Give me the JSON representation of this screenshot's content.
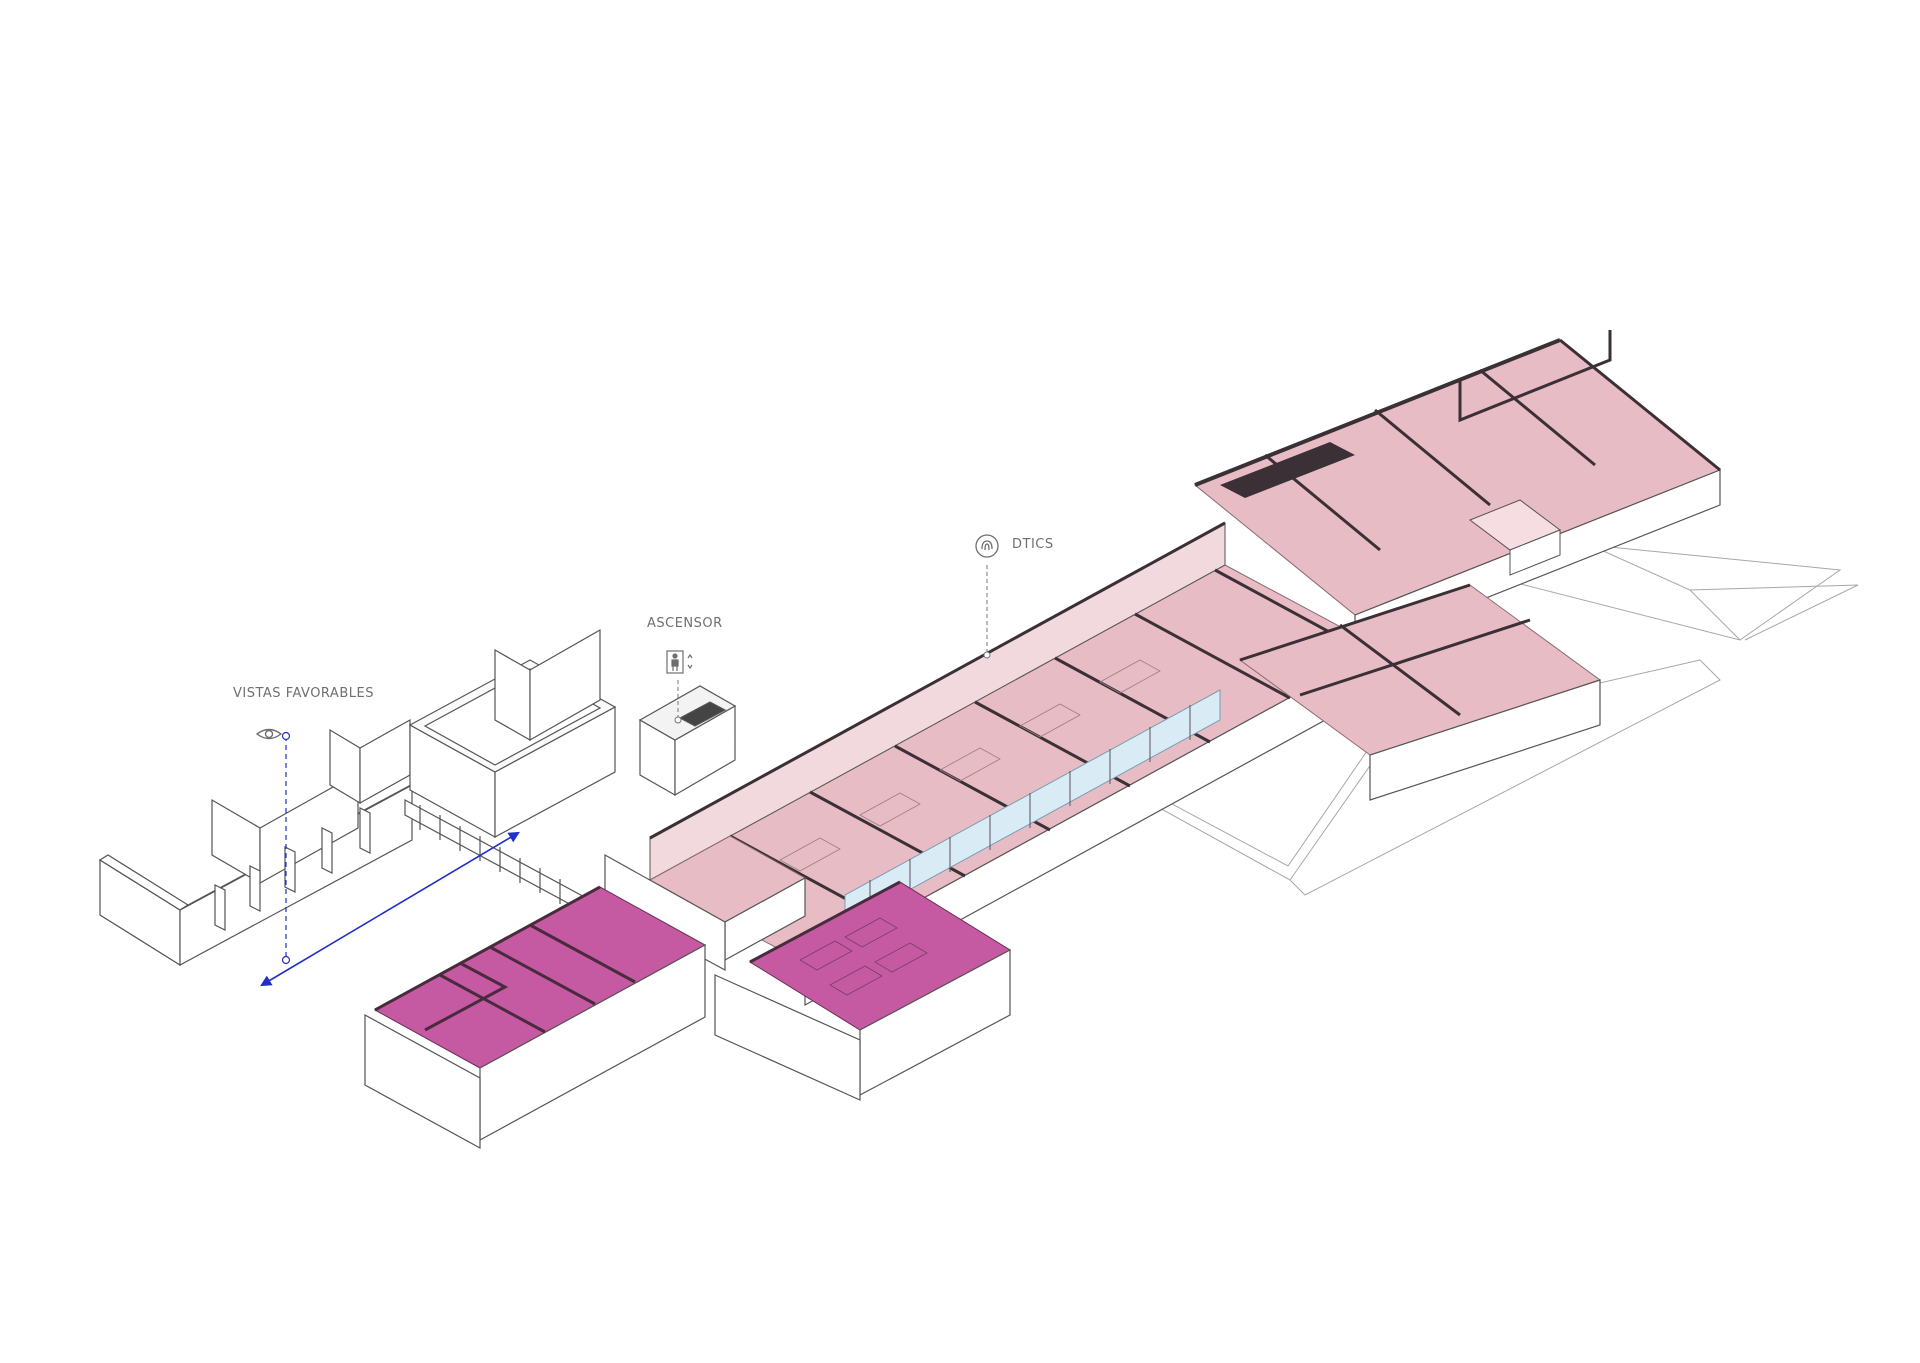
{
  "labels": {
    "vistas": "VISTAS FAVORABLES",
    "ascensor": "ASCENSOR",
    "dtics": "DTICS"
  },
  "icons": {
    "vistas": "eye-icon",
    "ascensor": "elevator-icon",
    "dtics": "fingerprint-icon"
  },
  "colors": {
    "zone_light": "#e8bcc5",
    "zone_strong": "#c55aa2",
    "wall": "#3a3036",
    "line": "#555555",
    "glass": "#d9ecf6",
    "view_arrow": "#1f2fc8"
  }
}
